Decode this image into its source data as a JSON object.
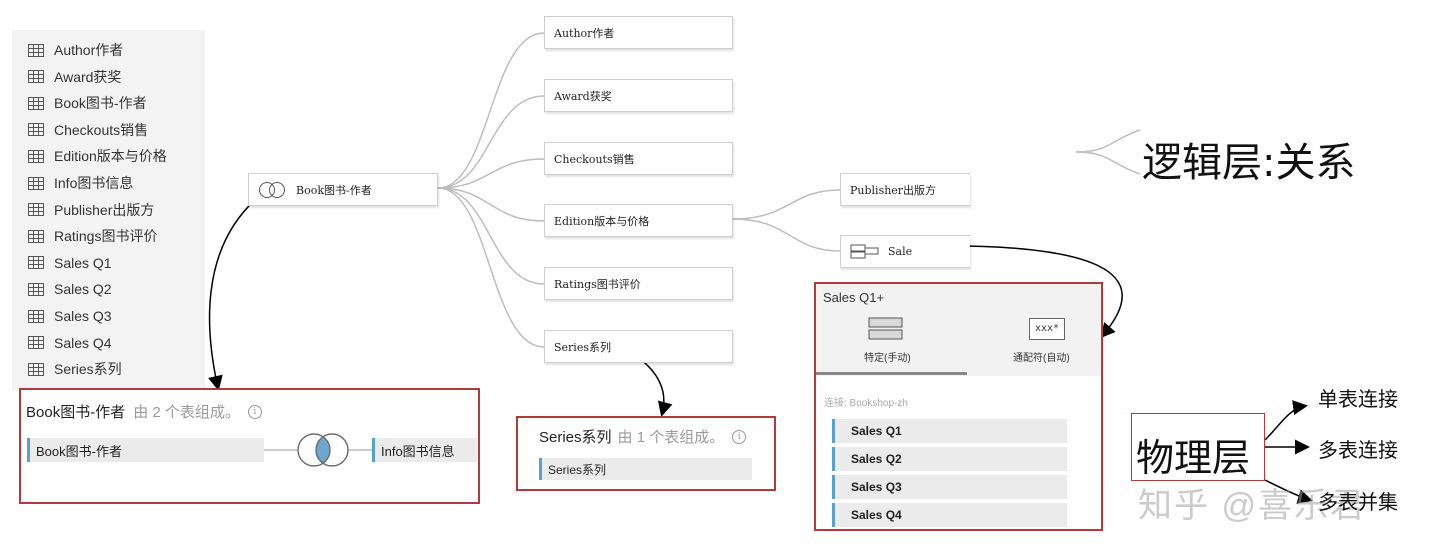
{
  "table_list": {
    "items": [
      "Author作者",
      "Award获奖",
      "Book图书-作者",
      "Checkouts销售",
      "Edition版本与价格",
      "Info图书信息",
      "Publisher出版方",
      "Ratings图书评价",
      "Sales Q1",
      "Sales Q2",
      "Sales Q3",
      "Sales Q4",
      "Series系列"
    ]
  },
  "logical": {
    "root": "Book图书-作者",
    "children": [
      "Author作者",
      "Award获奖",
      "Checkouts销售",
      "Edition版本与价格",
      "Ratings图书评价",
      "Series系列"
    ],
    "edition_children": [
      "Publisher出版方",
      "Sale"
    ]
  },
  "book_panel": {
    "title": "Book图书-作者",
    "subtitle": "由 2 个表组成。",
    "info": "i",
    "left_table": "Book图书-作者",
    "right_table": "Info图书信息"
  },
  "series_panel": {
    "title": "Series系列",
    "subtitle": "由 1 个表组成。",
    "info": "i",
    "table": "Series系列"
  },
  "sales_panel": {
    "title": "Sales Q1+",
    "tab_specific": "特定(手动)",
    "tab_wildcard": "通配符(自动)",
    "wildcard_icon_text": "xxx*",
    "connection": "连接: Bookshop-zh",
    "tables": [
      "Sales Q1",
      "Sales Q2",
      "Sales Q3",
      "Sales Q4"
    ]
  },
  "labels": {
    "logical_layer": "逻辑层:关系",
    "physical_layer": "物理层",
    "single_join": "单表连接",
    "multi_join": "多表连接",
    "multi_union": "多表并集",
    "watermark": "知乎 @喜乐君"
  },
  "colors": {
    "red_box": "#b33a3a",
    "accent_blue": "#5aa0c8"
  }
}
